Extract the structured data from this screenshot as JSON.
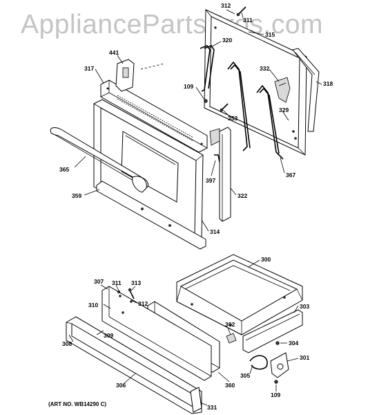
{
  "watermark": "AppliancePartsPros.com",
  "art_number": "(ART NO. WB14290 C)",
  "callouts": {
    "c312": "312",
    "c311": "311",
    "c315": "315",
    "c320": "320",
    "c441": "441",
    "c317": "317",
    "c332": "332",
    "c318": "318",
    "c109a": "109",
    "c329": "329",
    "c353": "353",
    "c365": "365",
    "c397": "397",
    "c367": "367",
    "c359": "359",
    "c322": "322",
    "c314": "314",
    "c300": "300",
    "c307": "307",
    "c311b": "311",
    "c313": "313",
    "c310": "310",
    "c312b": "312",
    "c303": "303",
    "c302": "302",
    "c309": "309",
    "c304": "304",
    "c308": "308",
    "c301": "301",
    "c305": "305",
    "c306": "306",
    "c360": "360",
    "c109b": "109",
    "c331": "331"
  }
}
